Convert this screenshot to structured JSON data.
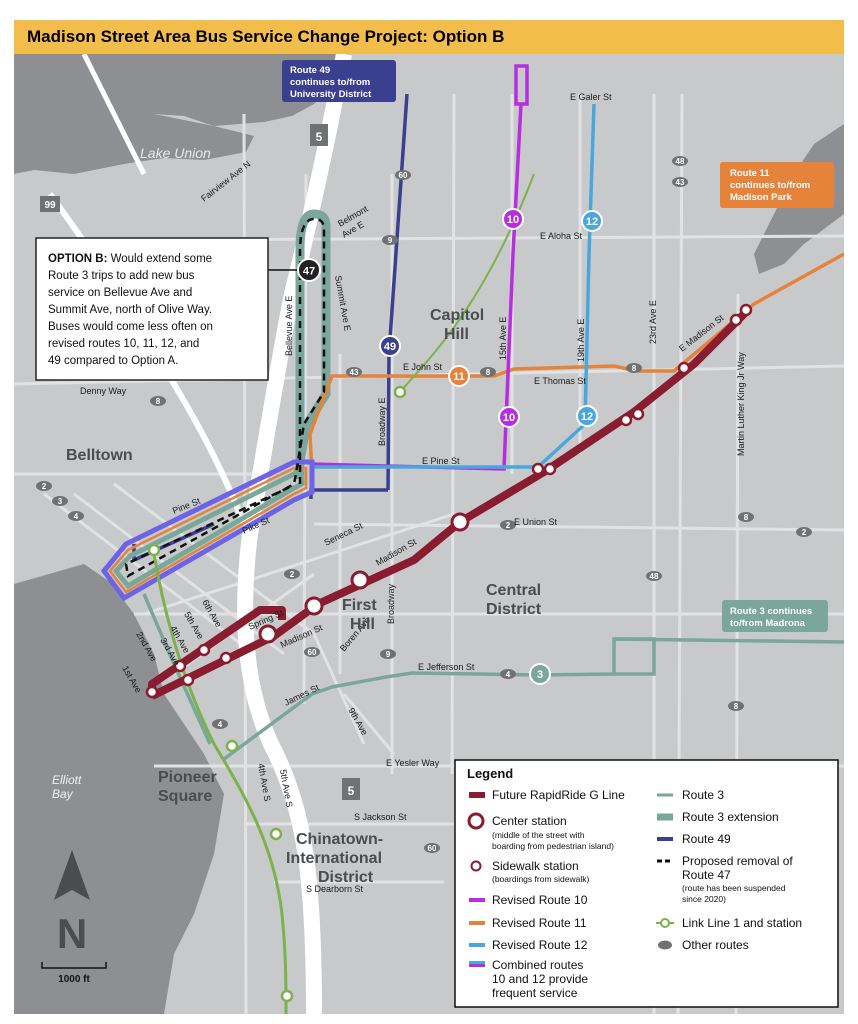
{
  "title": "Madison Street Area Bus Service Change Project: Option B",
  "colors": {
    "water": "#8d8f92",
    "land": "#c8c9cb",
    "minor_road": "#e1e2e3",
    "freeway": "#ffffff",
    "rapidride_g": "#8a1c2f",
    "route_3": "#7aa79a",
    "route_3_extension": "#7aa79a",
    "route_10": "#b62ee0",
    "route_11": "#e5833b",
    "route_12": "#4aa7dd",
    "route_49": "#3b3f8f",
    "combined": "#6c63e6",
    "link": "#7bb24c",
    "title_bar": "#f3bd4b"
  },
  "callout": {
    "heading": "OPTION B:",
    "line1": " Would extend some",
    "line2": "Route 3 trips to add new bus",
    "line3": "service on Bellevue Ave and",
    "line4": "Summit Ave, north of Olive Way.",
    "line5": "Buses would come less often on",
    "line6": "revised routes 10, 11, 12, and",
    "line7": "49 compared to Option A."
  },
  "flags": {
    "route49": {
      "line1": "Route 49",
      "line2": "continues to/from",
      "line3": "University District"
    },
    "route11": {
      "line1": "Route 11",
      "line2": "continues to/from",
      "line3": "Madison Park"
    },
    "route3": {
      "line1": "Route 3 continues",
      "line2": "to/from Madrona"
    }
  },
  "neighborhoods": {
    "lake_union": "Lake Union",
    "belltown": "Belltown",
    "capitol_hill_1": "Capitol",
    "capitol_hill_2": "Hill",
    "first_hill_1": "First",
    "first_hill_2": "Hill",
    "central_district_1": "Central",
    "central_district_2": "District",
    "pioneer_square_1": "Pioneer",
    "pioneer_square_2": "Square",
    "chinatown_1": "Chinatown-",
    "chinatown_2": "International",
    "chinatown_3": "District",
    "elliott_bay_1": "Elliott",
    "elliott_bay_2": "Bay"
  },
  "streets": {
    "e_galer": "E Galer St",
    "fairview": "Fairview Ave N",
    "belmont_1": "Belmont",
    "belmont_2": "Ave E",
    "e_aloha": "E Aloha St",
    "bellevue": "Bellevue Ave E",
    "summit": "Summit Ave E",
    "e_john": "E John St",
    "e_thomas": "E Thomas St",
    "denny": "Denny Way",
    "broadway_e": "Broadway E",
    "fifteenth": "15th Ave E",
    "nineteenth": "19th Ave E",
    "twentythird": "23rd Ave E",
    "e_madison": "E Madison St",
    "mlk": "Martin Luther King Jr Way",
    "e_pine": "E Pine St",
    "pine": "Pine St",
    "pike": "Pike St",
    "seneca": "Seneca St",
    "madison": "Madison St",
    "e_union": "E Union St",
    "broadway": "Broadway",
    "sixth": "6th Ave",
    "fifth": "5th Ave",
    "fourth": "4th Ave",
    "third": "3rd Ave",
    "second": "2nd Ave",
    "first": "1st Ave",
    "spring": "Spring St",
    "madison2": "Madison St",
    "boren": "Boren Ave",
    "e_jefferson": "E Jefferson St",
    "james": "James St",
    "ninth": "9th Ave",
    "e_yesler": "E Yesler Way",
    "fourth_s": "4th Ave S",
    "fifth_s": "5th Ave S",
    "s_jackson": "S Jackson St",
    "s_dearborn": "S Dearborn St"
  },
  "shields": {
    "i5": "5",
    "sr99": "99",
    "r60": "60",
    "r9": "9",
    "r48": "48",
    "r43": "43",
    "r8": "8",
    "r2": "2",
    "r3": "3",
    "r4": "4"
  },
  "route_badges": {
    "r47": "47",
    "r49": "49",
    "r10": "10",
    "r11": "11",
    "r12": "12",
    "r3": "3"
  },
  "legend": {
    "title": "Legend",
    "items": {
      "rapidride": "Future RapidRide G Line",
      "center_station": "Center station",
      "center_station_note1": "(middle of the street with",
      "center_station_note2": "boarding from pedestrian island)",
      "sidewalk_station": "Sidewalk station",
      "sidewalk_station_note": "(boardings from sidewalk)",
      "route10": "Revised Route 10",
      "route11": "Revised Route 11",
      "route12": "Revised Route 12",
      "combined1": "Combined routes",
      "combined2": "10 and 12 provide",
      "combined3": "frequent service",
      "route3": "Route 3",
      "route3ext": "Route 3 extension",
      "route49": "Route 49",
      "removal1": "Proposed removal of",
      "removal2": "Route 47",
      "removal_note1": "(route has been suspended",
      "removal_note2": "since 2020)",
      "link": "Link Line 1 and station",
      "other": "Other routes"
    }
  },
  "scale": {
    "north": "N",
    "label": "1000 ft"
  }
}
